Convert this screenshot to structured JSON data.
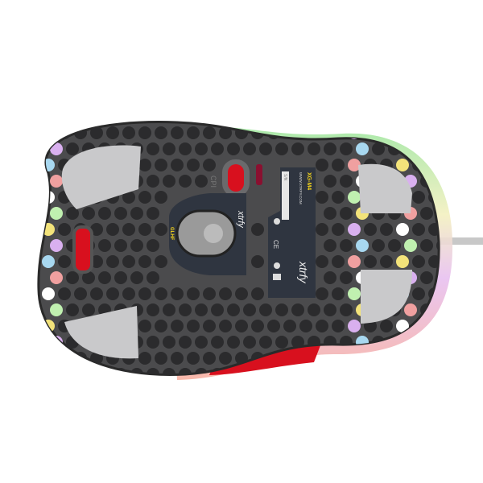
{
  "product": {
    "model": "XG-M4",
    "website": "WWW.XTRFY.COM",
    "serial_label": "S/N",
    "cpi_label": "CPI",
    "sensor_text": "GLHF",
    "brand": "xtrfy"
  },
  "colors": {
    "shell": "#4b4b4d",
    "feet": "#c9c9cb",
    "accent_red": "#d8101e",
    "label_panel": "#2f3540",
    "model_text": "#f2d21b",
    "cable": "#c8c8c8"
  }
}
